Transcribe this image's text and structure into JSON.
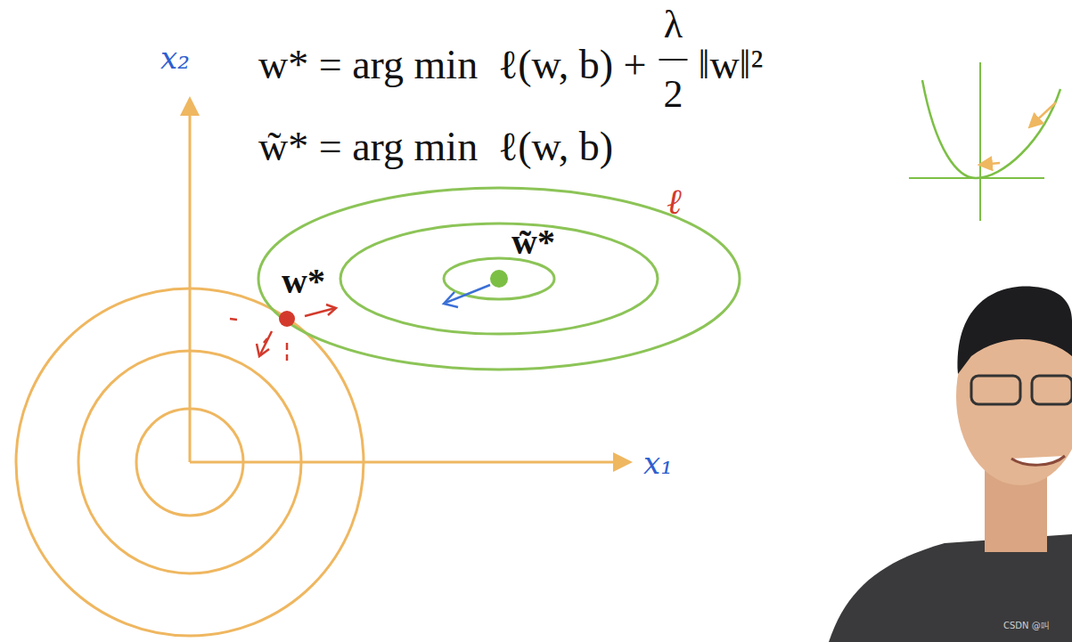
{
  "diagram": {
    "labels": [
      "w* = arg min  ℓ(w, b) +",
      "λ",
      "2",
      "‖w‖²",
      "w̃* = arg min  ℓ(w, b)",
      "x₂",
      "x₁",
      "ℓ",
      "w̃*",
      "w*",
      "CSDN @叫"
    ]
  }
}
